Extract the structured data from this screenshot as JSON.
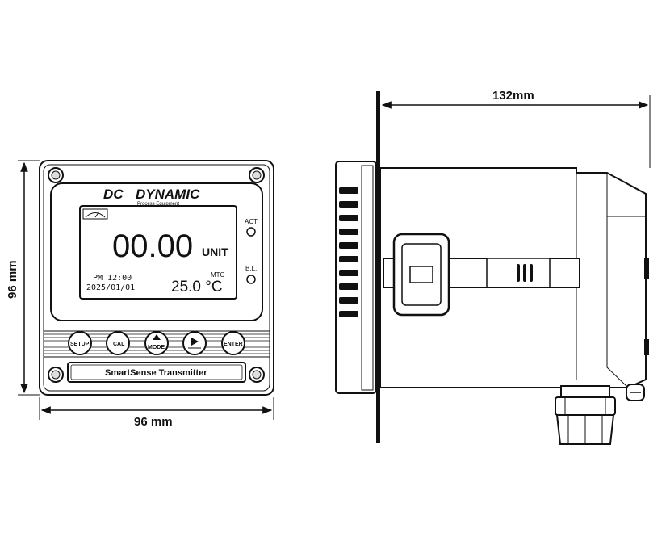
{
  "dimensions": {
    "front_height": "96 mm",
    "front_width": "96 mm",
    "side_depth": "132mm"
  },
  "brand": {
    "logo": "DC",
    "name": "DYNAMIC",
    "tagline": "Process Equipment"
  },
  "display": {
    "reading": "00.00",
    "unit": "UNIT",
    "time": "PM 12:00",
    "date": "2025/01/01",
    "temperature": "25.0 °C",
    "temp_mode": "MTC",
    "indicators": [
      "ACT",
      "B.L."
    ]
  },
  "keys": [
    "SETUP",
    "CAL",
    "MODE",
    "",
    "ENTER"
  ],
  "product_label": "SmartSense Transmitter"
}
